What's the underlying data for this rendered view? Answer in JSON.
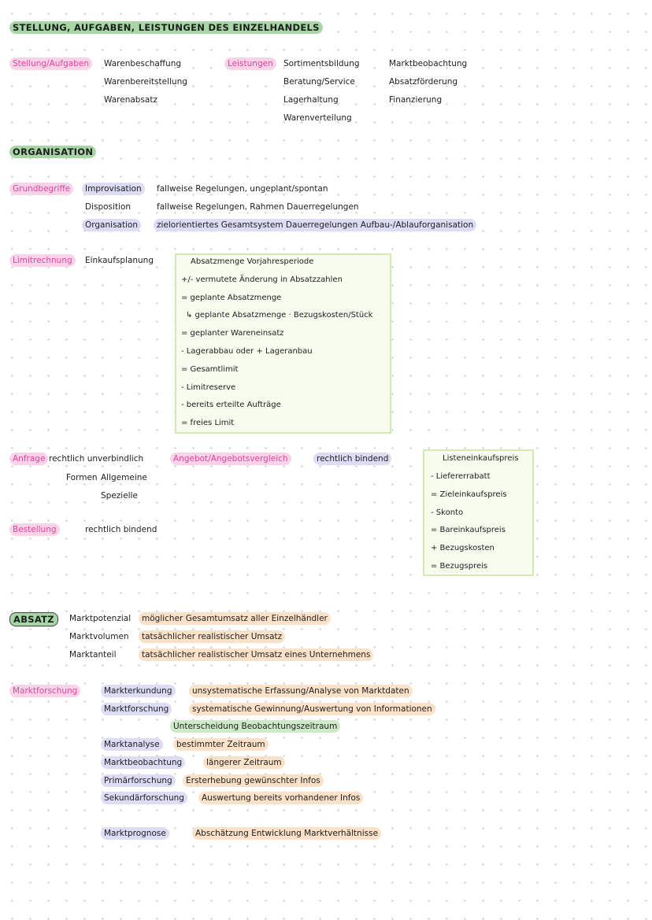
{
  "title": "STELLUNG, AUFGABEN, LEISTUNGEN DES EINZELHANDELS",
  "stellung": {
    "label": "Stellung/Aufgaben",
    "items": [
      "Warenbeschaffung",
      "Warenbereitstellung",
      "Warenabsatz"
    ]
  },
  "leistungen": {
    "label": "Leistungen",
    "col1": [
      "Sortimentsbildung",
      "Beratung/Service",
      "Lagerhaltung",
      "Warenverteilung"
    ],
    "col2": [
      "Marktbeobachtung",
      "Absatzförderung",
      "Finanzierung"
    ]
  },
  "organisation": {
    "title": "ORGANISATION",
    "grund_label": "Grundbegriffe",
    "terms": [
      "Improvisation",
      "Disposition",
      "Organisation"
    ],
    "defs": [
      "fallweise Regelungen, ungeplant/spontan",
      "fallweise Regelungen, Rahmen Dauerregelungen",
      "zielorientiertes Gesamtsystem Dauerregelungen Aufbau-/Ablauforganisation"
    ]
  },
  "limit": {
    "label": "Limitrechnung",
    "sub": "Einkaufsplanung",
    "lines": [
      "Absatzmenge Vorjahresperiode",
      "+/- vermutete Änderung in Absatzzahlen",
      "= geplante Absatzmenge",
      "↳ geplante Absatzmenge · Bezugskosten/Stück",
      "= geplanter Wareneinsatz",
      "- Lagerabbau oder + Lageranbau",
      "= Gesamtlimit",
      "- Limitreserve",
      "- bereits erteilte Aufträge",
      "= freies Limit"
    ]
  },
  "anfrage": {
    "label": "Anfrage",
    "def": "rechtlich unverbindlich",
    "formen_label": "Formen",
    "formen": [
      "Allgemeine",
      "Spezielle"
    ],
    "angebot_label": "Angebot/Angebotsvergleich",
    "angebot_def": "rechtlich bindend"
  },
  "bestellung": {
    "label": "Bestellung",
    "def": "rechtlich bindend"
  },
  "preis": [
    "Listeneinkaufspreis",
    "- Liefererrabatt",
    "= Zieleinkaufspreis",
    "- Skonto",
    "= Bareinkaufspreis",
    "+ Bezugskosten",
    "= Bezugspreis"
  ],
  "absatz": {
    "title": "ABSATZ",
    "rows": [
      {
        "term": "Marktpotenzial",
        "def": "möglicher Gesamtumsatz aller Einzelhändler"
      },
      {
        "term": "Marktvolumen",
        "def": "tatsächlicher realistischer Umsatz"
      },
      {
        "term": "Marktanteil",
        "def": "tatsächlicher realistischer Umsatz eines Unternehmens"
      }
    ]
  },
  "marktforschung": {
    "label": "Marktforschung",
    "rows": [
      {
        "term": "Markterkundung",
        "def": "unsystematische Erfassung/Analyse von Marktdaten"
      },
      {
        "term": "Marktforschung",
        "def": "systematische Gewinnung/Auswertung von Informationen"
      }
    ],
    "unterscheidung": "Unterscheidung Beobachtungszeitraum",
    "rows2": [
      {
        "term": "Marktanalyse",
        "def": "bestimmter Zeitraum"
      },
      {
        "term": "Marktbeobachtung",
        "def": "längerer Zeitraum"
      },
      {
        "term": "Primärforschung",
        "def": "Ersterhebung gewünschter Infos"
      },
      {
        "term": "Sekundärforschung",
        "def": "Auswertung bereits vorhandener Infos"
      }
    ],
    "prognose": {
      "term": "Marktprognose",
      "def": "Abschätzung Entwicklung Marktverhältnisse"
    }
  }
}
